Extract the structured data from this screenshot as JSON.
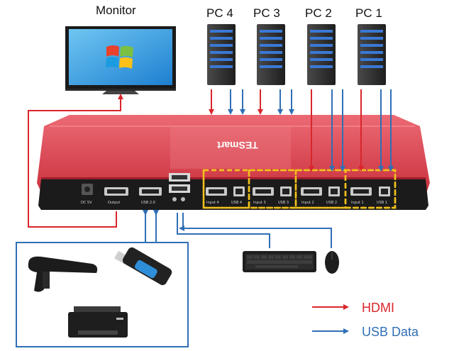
{
  "labels": {
    "monitor": "Monitor",
    "pcs": [
      "PC 4",
      "PC 3",
      "PC 2",
      "PC 1"
    ]
  },
  "device": {
    "brand": "TESmart",
    "ports": {
      "dc": "DC 5V",
      "output": "Output",
      "usb20": "USB 2.0",
      "input4": "Input 4",
      "usb4": "USB 4",
      "input3": "Input 3",
      "usb3": "USB 3",
      "input2": "Input 2",
      "usb2": "USB 2",
      "input1": "Input 1",
      "usb1": "USB 1"
    }
  },
  "legend": [
    {
      "label": "HDMI",
      "color": "#d9262b"
    },
    {
      "label": "USB Data",
      "color": "#2f6fb6"
    }
  ],
  "colors": {
    "hdmi": "#d9262b",
    "usb": "#2f6fb6",
    "device_body": "#e04552",
    "highlight": "#f2c21b"
  },
  "icons": [
    "monitor-icon",
    "pc-tower-icon",
    "barcode-scanner-icon",
    "usb-flash-drive-icon",
    "printer-icon",
    "keyboard-icon",
    "mouse-icon"
  ]
}
